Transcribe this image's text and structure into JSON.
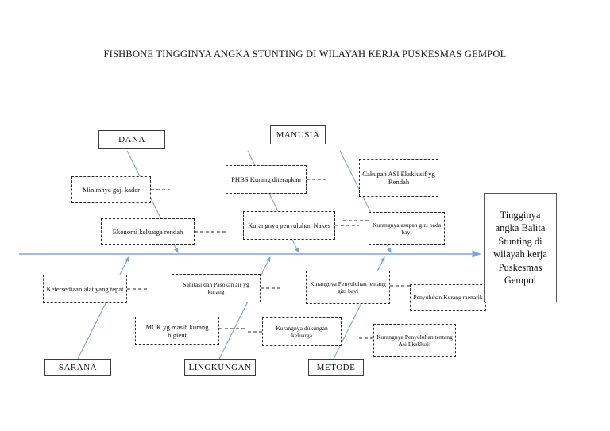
{
  "diagram": {
    "title": "FISHBONE TINGGINYA ANGKA STUNTING DI WILAYAH KERJA PUSKESMAS GEMPOL",
    "spine_color": "#7ba7d7",
    "head_label": "Tingginya angka Balita Stunting di wilayah kerja Puskesmas Gempol",
    "categories": [
      {
        "id": "dana",
        "label": "DANA",
        "position": "top"
      },
      {
        "id": "manusia",
        "label": "MANUSIA",
        "position": "top"
      },
      {
        "id": "sarana",
        "label": "SARANA",
        "position": "bottom"
      },
      {
        "id": "lingkungan",
        "label": "LINGKUNGAN",
        "position": "bottom"
      },
      {
        "id": "metode",
        "label": "METODE",
        "position": "bottom"
      }
    ],
    "causes": [
      {
        "id": "dana-1",
        "category": "dana",
        "label": "Minimnya gaji kader"
      },
      {
        "id": "dana-2",
        "category": "dana",
        "label": "Ekonomi keluarga rendah"
      },
      {
        "id": "manusia-1",
        "category": "manusia",
        "label": "PHBS Kurang diterapkan"
      },
      {
        "id": "manusia-2",
        "category": "manusia",
        "label": "Kurangnya penyuluhan Nakes"
      },
      {
        "id": "manusia-3",
        "category": "manusia",
        "label": "Cakupan ASI Eksklusif yg Rendah"
      },
      {
        "id": "manusia-4",
        "category": "manusia",
        "label": "Kurangnya asupan gizi pada bayi"
      },
      {
        "id": "sarana-1",
        "category": "sarana",
        "label": "Ketersediaan alat yang tepat"
      },
      {
        "id": "sarana-2",
        "category": "sarana",
        "label": "MCK yg masih kurang higient"
      },
      {
        "id": "lingkungan-1",
        "category": "lingkungan",
        "label": "Sanitasi dan Pasokan air yg kurang"
      },
      {
        "id": "lingkungan-2",
        "category": "lingkungan",
        "label": "Kurangnya dukungan keluarga"
      },
      {
        "id": "metode-1",
        "category": "metode",
        "label": "Kurangnya Penyuluhan tentang gizi bayi"
      },
      {
        "id": "metode-2",
        "category": "metode",
        "label": "Penyuluhan Kurang menarik"
      },
      {
        "id": "metode-3",
        "category": "metode",
        "label": "Kurangnya Penyuluhan tentang Asi Eksklusif"
      }
    ]
  }
}
